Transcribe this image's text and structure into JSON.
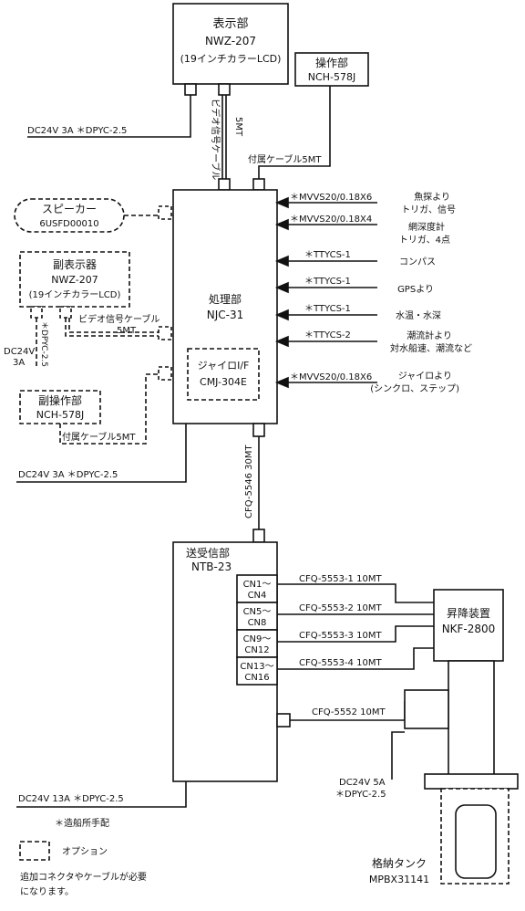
{
  "display_unit": {
    "name": "表示部",
    "model": "NWZ-207",
    "size": "(19インチカラーLCD)"
  },
  "control_unit": {
    "name": "操作部",
    "model": "NCH-578J"
  },
  "video_cable": {
    "line1": "ビデオ信号ケーブル",
    "line2": "5MT"
  },
  "attached_cable": "付属ケーブル5MT",
  "power_display": "DC24V 3A ＊DPYC-2.5",
  "speaker": {
    "name": "スピーカー",
    "model": "6USFD00010"
  },
  "sub_display": {
    "name": "副表示器",
    "model": "NWZ-207",
    "size": "(19インチカラーLCD)"
  },
  "sub_video_cable": {
    "line1": "ビデオ信号ケーブル",
    "line2": "5MT"
  },
  "sub_power": {
    "line1": "DC24V",
    "line2": "3A",
    "cable": "＊DPYC-2.5"
  },
  "sub_control": {
    "name": "副操作部",
    "model": "NCH-578J"
  },
  "sub_attached_cable": "付属ケーブル5MT",
  "processor": {
    "name": "処理部",
    "model": "NJC-31"
  },
  "gyro_if": {
    "name": "ジャイロI/F",
    "model": "CMJ-304E"
  },
  "power_processor": "DC24V 3A ＊DPYC-2.5",
  "inputs": [
    {
      "cable": "＊MVVS20/0.18X6",
      "line1": "魚探より",
      "line2": "トリガ、信号"
    },
    {
      "cable": "＊MVVS20/0.18X4",
      "line1": "網深度計",
      "line2": "トリガ、4点"
    },
    {
      "cable": "＊TTYCS-1",
      "line1": "コンパス",
      "line2": ""
    },
    {
      "cable": "＊TTYCS-1",
      "line1": "GPSより",
      "line2": ""
    },
    {
      "cable": "＊TTYCS-1",
      "line1": "水温・水深",
      "line2": ""
    },
    {
      "cable": "＊TTYCS-2",
      "line1": "潮流計より",
      "line2": "対水船速、潮流など"
    },
    {
      "cable": "＊MVVS20/0.18X6",
      "line1": "ジャイロより",
      "line2": "(シンクロ、ステップ)"
    }
  ],
  "link_cable": "CFQ-5546 30MT",
  "transceiver": {
    "name": "送受信部",
    "model": "NTB-23"
  },
  "connectors": [
    {
      "line1": "CN1～",
      "line2": "CN4",
      "cable": "CFQ-5553-1  10MT"
    },
    {
      "line1": "CN5～",
      "line2": "CN8",
      "cable": "CFQ-5553-2  10MT"
    },
    {
      "line1": "CN9～",
      "line2": "CN12",
      "cable": "CFQ-5553-3  10MT"
    },
    {
      "line1": "CN13～",
      "line2": "CN16",
      "cable": "CFQ-5553-4  10MT"
    }
  ],
  "cable_5552": "CFQ-5552  10MT",
  "hoist": {
    "name": "昇降装置",
    "model": "NKF-2800"
  },
  "power_hoist": {
    "line1": "DC24V 5A",
    "line2": "＊DPYC-2.5"
  },
  "power_transceiver": "DC24V  13A ＊DPYC-2.5",
  "tank": {
    "name": "格納タンク",
    "model": "MPBX31141"
  },
  "legend": {
    "shipyard": "＊造船所手配",
    "option": "オプション",
    "note1": "追加コネクタやケーブルが必要",
    "note2": "になります。"
  }
}
